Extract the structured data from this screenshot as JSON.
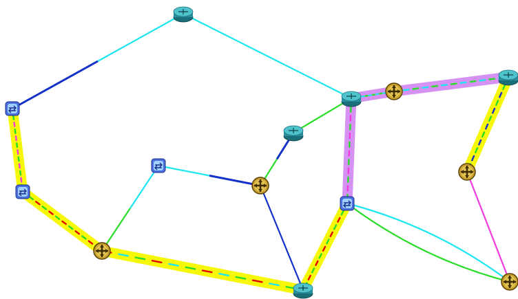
{
  "diagram": {
    "type": "network-topology",
    "background": "#ffffff",
    "colors": {
      "cyan": "#1ee6f0",
      "blue": "#1432c8",
      "green": "#28dc28",
      "magenta": "#f03cdc",
      "red": "#e60000",
      "yellow_highlight": "#f7f70a",
      "violet_highlight": "#d592f3"
    },
    "node_icons": {
      "router": "router-icon",
      "switch": "switch-icon",
      "hub": "hub-icon"
    },
    "nodes": [
      {
        "id": "R1",
        "kind": "router"
      },
      {
        "id": "R2",
        "kind": "router"
      },
      {
        "id": "R3",
        "kind": "router"
      },
      {
        "id": "R4",
        "kind": "router"
      },
      {
        "id": "R5",
        "kind": "router"
      },
      {
        "id": "S1",
        "kind": "switch"
      },
      {
        "id": "S2",
        "kind": "switch"
      },
      {
        "id": "S3",
        "kind": "switch"
      },
      {
        "id": "S4",
        "kind": "switch"
      },
      {
        "id": "H1",
        "kind": "hub"
      },
      {
        "id": "H2",
        "kind": "hub"
      },
      {
        "id": "H3",
        "kind": "hub"
      },
      {
        "id": "H4",
        "kind": "hub"
      },
      {
        "id": "H5",
        "kind": "hub"
      }
    ],
    "links": [
      {
        "from": "R1",
        "to": "S1",
        "colors": [
          "cyan",
          "blue"
        ],
        "highlight": null
      },
      {
        "from": "R1",
        "to": "R2",
        "colors": [
          "cyan"
        ],
        "highlight": null
      },
      {
        "from": "S1",
        "to": "S2",
        "colors": [
          "magenta",
          "green"
        ],
        "highlight": "yellow_highlight"
      },
      {
        "from": "S2",
        "to": "H1",
        "colors": [
          "red",
          "green"
        ],
        "highlight": "yellow_highlight"
      },
      {
        "from": "H1",
        "to": "R5",
        "colors": [
          "red",
          "cyan",
          "green"
        ],
        "highlight": "yellow_highlight"
      },
      {
        "from": "H1",
        "to": "S3",
        "colors": [
          "green",
          "cyan"
        ],
        "highlight": null
      },
      {
        "from": "S3",
        "to": "H2",
        "colors": [
          "cyan",
          "blue"
        ],
        "highlight": null
      },
      {
        "from": "H2",
        "to": "R3",
        "colors": [
          "green",
          "blue"
        ],
        "highlight": null
      },
      {
        "from": "H2",
        "to": "R5",
        "colors": [
          "blue"
        ],
        "highlight": null
      },
      {
        "from": "R3",
        "to": "R2",
        "colors": [
          "green"
        ],
        "highlight": null
      },
      {
        "from": "R2",
        "to": "H3",
        "colors": [
          "green",
          "cyan"
        ],
        "highlight": "violet_highlight"
      },
      {
        "from": "H3",
        "to": "R4",
        "colors": [
          "green",
          "cyan"
        ],
        "highlight": "violet_highlight"
      },
      {
        "from": "R2",
        "to": "S4",
        "colors": [
          "magenta",
          "green"
        ],
        "highlight": "violet_highlight"
      },
      {
        "from": "S4",
        "to": "R5",
        "colors": [
          "red",
          "green"
        ],
        "highlight": "yellow_highlight"
      },
      {
        "from": "R4",
        "to": "H4",
        "colors": [
          "blue",
          "green"
        ],
        "highlight": "yellow_highlight"
      },
      {
        "from": "H4",
        "to": "H5",
        "colors": [
          "magenta"
        ],
        "highlight": null
      },
      {
        "from": "S4",
        "to": "H5",
        "colors": [
          "cyan"
        ],
        "highlight": null,
        "curve": -1
      },
      {
        "from": "S4",
        "to": "H5",
        "colors": [
          "green"
        ],
        "highlight": null,
        "curve": 1
      }
    ]
  }
}
